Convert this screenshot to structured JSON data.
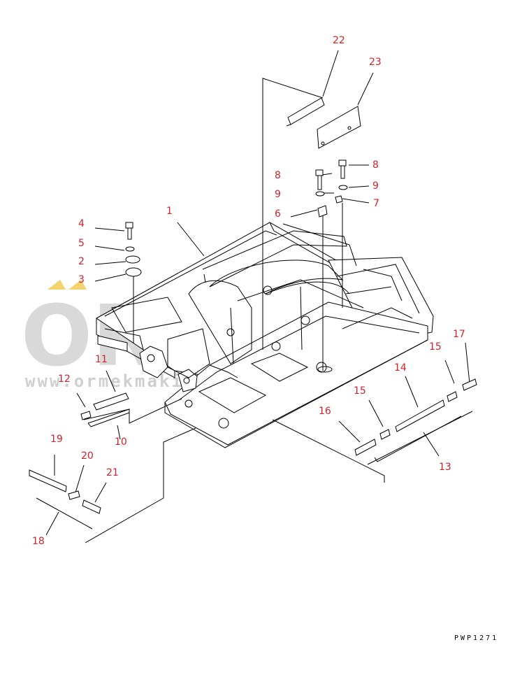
{
  "watermark": {
    "brand": "ORMEK",
    "url": "www.ormekmakinalari.com.tr",
    "color": "#d9d9d9",
    "accent": "#f3d36b"
  },
  "drawing_ref": "PWP1271",
  "callout_color": "#d2232a",
  "callouts": {
    "c1": "1",
    "c2": "2",
    "c3": "3",
    "c4": "4",
    "c5": "5",
    "c6": "6",
    "c7": "7",
    "c8a": "8",
    "c8b": "8",
    "c9a": "9",
    "c9b": "9",
    "c10": "10",
    "c11": "11",
    "c12": "12",
    "c13": "13",
    "c14": "14",
    "c15a": "15",
    "c15b": "15",
    "c16": "16",
    "c17": "17",
    "c18": "18",
    "c19": "19",
    "c20": "20",
    "c21": "21",
    "c22": "22",
    "c23": "23"
  }
}
